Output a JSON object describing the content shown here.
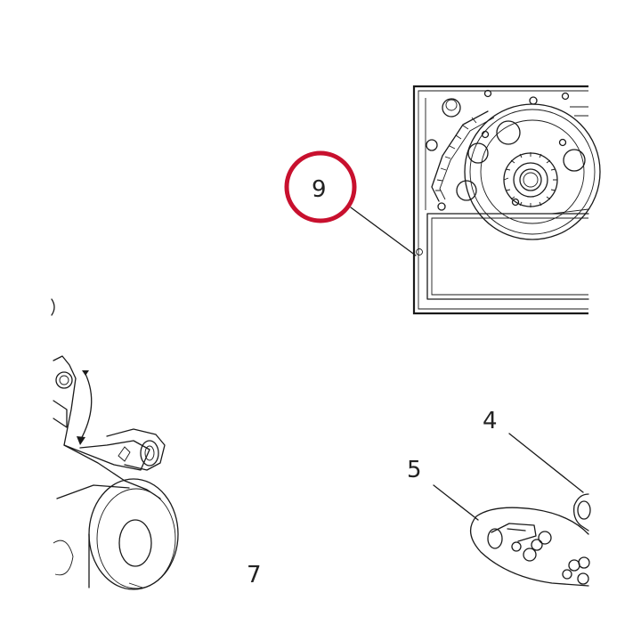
{
  "callouts": [
    {
      "number": "9",
      "highlighted": true
    },
    {
      "number": "4",
      "highlighted": false
    },
    {
      "number": "5",
      "highlighted": false
    },
    {
      "number": "7",
      "highlighted": false
    }
  ],
  "colors": {
    "highlight_ring": "#c8102e",
    "line_art": "#1a1a1a",
    "label_text": "#222222",
    "background": "#ffffff"
  }
}
